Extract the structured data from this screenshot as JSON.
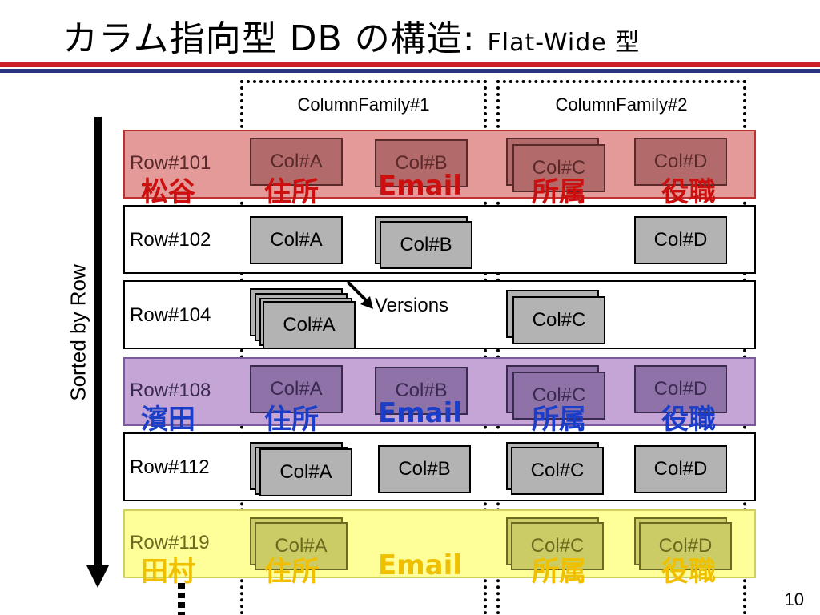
{
  "title": {
    "main": "カラム指向型 DB の構造: ",
    "suffix": "Flat-Wide 型"
  },
  "families": [
    "ColumnFamily#1",
    "ColumnFamily#2"
  ],
  "sorted_label": "Sorted by Row",
  "versions_label": "Versions",
  "page_number": "10",
  "rows": [
    {
      "label": "Row#101",
      "cells": [
        "Col#A",
        "Col#B",
        "Col#C",
        "Col#D"
      ],
      "overlay": [
        "松谷",
        "住所",
        "Email",
        "所属",
        "役職"
      ]
    },
    {
      "label": "Row#102",
      "cells": [
        "Col#A",
        "Col#B",
        "Col#D"
      ]
    },
    {
      "label": "Row#104",
      "cells": [
        "Col#A",
        "Col#C"
      ]
    },
    {
      "label": "Row#108",
      "cells": [
        "Col#A",
        "Col#B",
        "Col#C",
        "Col#D"
      ],
      "overlay": [
        "濱田",
        "住所",
        "Email",
        "所属",
        "役職"
      ]
    },
    {
      "label": "Row#112",
      "cells": [
        "Col#A",
        "Col#B",
        "Col#C",
        "Col#D"
      ]
    },
    {
      "label": "Row#119",
      "cells": [
        "Col#A",
        "Col#C",
        "Col#D"
      ],
      "overlay": [
        "田村",
        "住所",
        "Email",
        "所属",
        "役職"
      ]
    }
  ],
  "colors": {
    "red_row": "#e59a9a",
    "purple_row": "#c4a5d6",
    "yellow_row": "#ffff99",
    "blue_text": "#1a3ec8",
    "red_text": "#cc1010",
    "yellow_text": "#f0c000"
  }
}
